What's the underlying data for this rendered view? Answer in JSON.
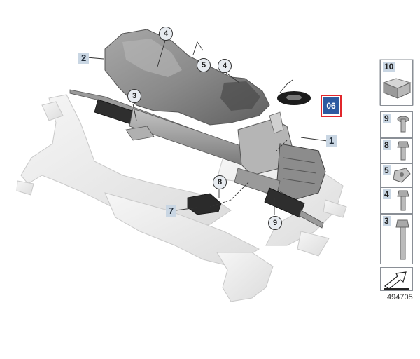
{
  "diagram": {
    "main_callouts": {
      "c1": "1",
      "c2": "2",
      "c7": "7"
    },
    "circle_callouts": {
      "c4a": "4",
      "c5": "5",
      "c4b": "4",
      "c3": "3",
      "c8": "8",
      "c9": "9"
    },
    "highlighted_part": "06",
    "side_parts": [
      {
        "number": "10",
        "icon": "nut-box-icon"
      },
      {
        "number": "9",
        "icon": "flange-screw-icon"
      },
      {
        "number": "8",
        "icon": "hex-bolt-icon"
      },
      {
        "number": "5",
        "icon": "clip-nut-icon"
      },
      {
        "number": "4",
        "icon": "short-bolt-icon"
      },
      {
        "number": "3",
        "icon": "long-bolt-icon"
      }
    ],
    "reference_code": "494705",
    "colors": {
      "callout_bg": "#c9d6e3",
      "highlight_border": "#e1262b",
      "highlight_fill": "#2d5aa0"
    }
  }
}
